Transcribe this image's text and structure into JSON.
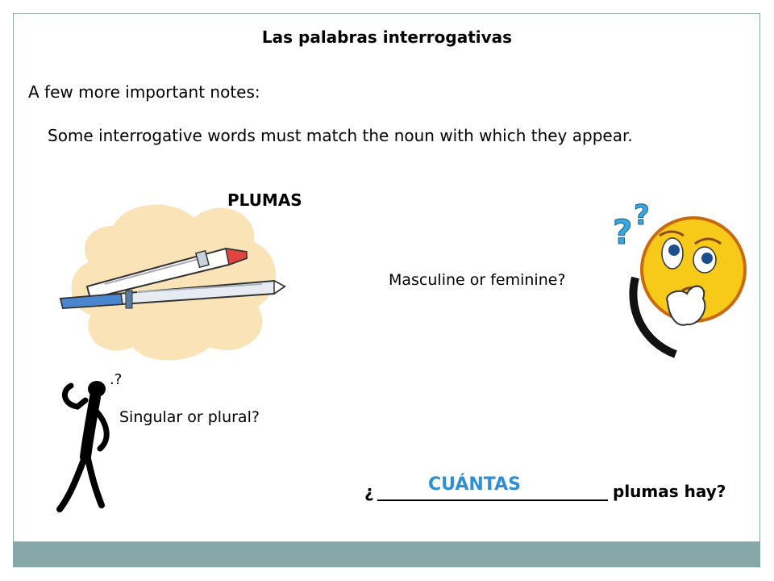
{
  "slide": {
    "title": "Las palabras interrogativas",
    "subtitle": "A few more important notes:",
    "note": "Some interrogative words must match the noun with which they appear.",
    "noun": "PLUMAS",
    "gender_question": "Masculine or feminine?",
    "number_question": "Singular or plural?",
    "sentence": {
      "open": "¿",
      "answer": "CUÁNTAS",
      "close": "plumas hay?"
    }
  },
  "images": {
    "pens": "pens-clipart",
    "smiley": "thinking-smiley-clipart",
    "figure": "thinking-stick-figure-clipart"
  },
  "colors": {
    "answer": "#2f8fd6",
    "bar": "#86a8a8",
    "border": "#8aa8aa"
  }
}
